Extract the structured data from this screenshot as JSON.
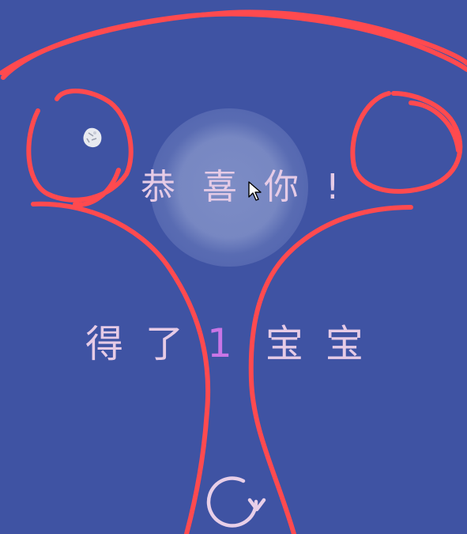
{
  "message": {
    "congrats": "恭 喜 你 !",
    "result_prefix_1": "得",
    "result_prefix_2": "了",
    "count": "1",
    "result_suffix_1": "宝",
    "result_suffix_2": "宝"
  },
  "icons": {
    "restart": "restart-icon",
    "pebble": "pebble-icon",
    "cursor": "mouse-cursor-icon"
  },
  "colors": {
    "background": "#3f53a3",
    "outline": "#ff4a4f",
    "text": "#e6cbe6",
    "count": "#c975e6"
  }
}
